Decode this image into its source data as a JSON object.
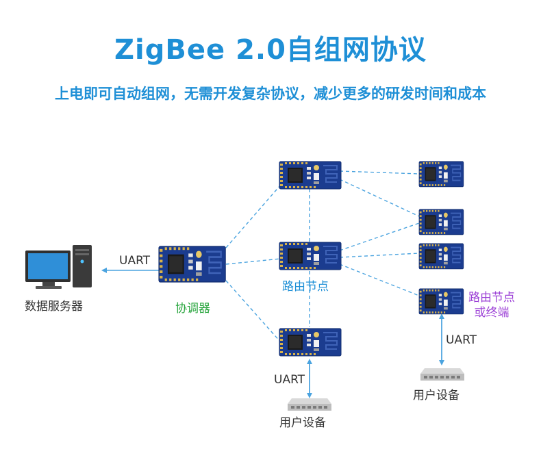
{
  "header": {
    "title": "ZigBee 2.0自组网协议",
    "subtitle": "上电即可自动组网，无需开发复杂协议，减少更多的研发时间和成本"
  },
  "nodes": {
    "server": "数据服务器",
    "coordinator": "协调器",
    "router": "路由节点",
    "router_or_end_line1": "路由节点",
    "router_or_end_line2": "或终端",
    "user_device_left": "用户设备",
    "user_device_right": "用户设备"
  },
  "links": {
    "uart_server": "UART",
    "uart_left": "UART",
    "uart_right": "UART"
  },
  "colors": {
    "title": "#1e8fd6",
    "coordinator_label": "#2aa63f",
    "router_label": "#1e8fd6",
    "end_label": "#9b3fd6",
    "dashed_link": "#4aa3df"
  }
}
